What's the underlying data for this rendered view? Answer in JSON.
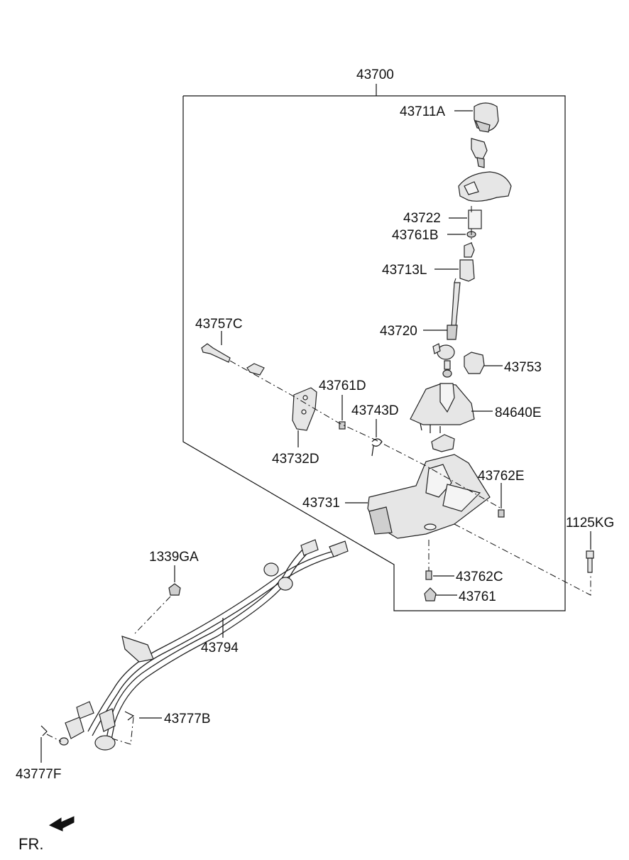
{
  "labels": {
    "assembly": "43700",
    "knob": "43711A",
    "spring": "43722",
    "pin_b": "43761B",
    "lever_l": "43713L",
    "lever": "43720",
    "bolt_c": "43757C",
    "bracket_d": "43732D",
    "pin_d": "43761D",
    "clip_d": "43743D",
    "bushing": "43753",
    "boot": "84640E",
    "pin_e": "43762E",
    "housing": "43731",
    "bolt_kg": "1125KG",
    "nut_ga": "1339GA",
    "pin_c": "43762C",
    "bush_761": "43761",
    "cable": "43794",
    "clip_b": "43777B",
    "clip_f": "43777F",
    "front": "FR."
  },
  "colors": {
    "line": "#111111",
    "part_fill": "#e6e6e6",
    "background": "#ffffff"
  }
}
